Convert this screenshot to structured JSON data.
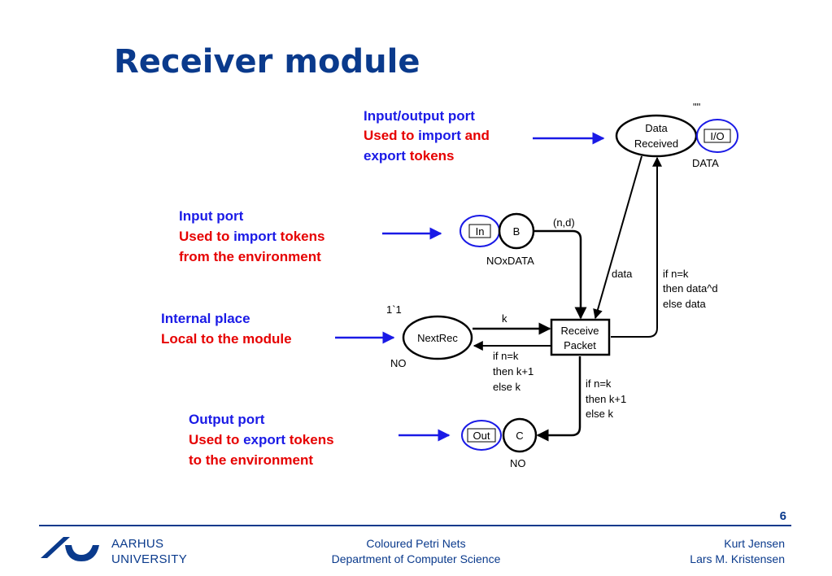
{
  "slide": {
    "title": "Receiver module",
    "page_number": "6"
  },
  "annotations": {
    "io_port": {
      "line1": "Input/output port",
      "line2a": "Used to ",
      "line2b": "import",
      "line2c": " and",
      "line3a": "export",
      "line3b": " tokens"
    },
    "input_port": {
      "line1": "Input port",
      "line2a": "Used to ",
      "line2b": "import",
      "line2c": " tokens",
      "line3": "from the environment"
    },
    "internal_place": {
      "line1": "Internal place",
      "line2": "Local to the module"
    },
    "output_port": {
      "line1": "Output port",
      "line2a": "Used to ",
      "line2b": "export",
      "line2c": " tokens",
      "line3": "to the environment"
    }
  },
  "net": {
    "places": {
      "data_received": {
        "line1": "Data",
        "line2": "Received",
        "tag": "I/O",
        "colset": "DATA",
        "initial_marking": "\"\""
      },
      "b": {
        "label": "B",
        "tag": "In",
        "colset": "NOxDATA"
      },
      "next_rec": {
        "label": "NextRec",
        "colset": "NO",
        "initial_marking": "1`1"
      },
      "c": {
        "label": "C",
        "tag": "Out",
        "colset": "NO"
      }
    },
    "transition": {
      "line1": "Receive",
      "line2": "Packet"
    },
    "arcs": {
      "b_to_t": "(n,d)",
      "dr_to_t": "data",
      "t_to_dr": [
        "if n=k",
        "then data^d",
        "else data"
      ],
      "nr_to_t": "k",
      "t_to_nr": [
        "if n=k",
        "then k+1",
        "else k"
      ],
      "t_to_c": [
        "if n=k",
        "then k+1",
        "else k"
      ]
    }
  },
  "colors": {
    "blue": "#1a1ae6",
    "red": "#e60000",
    "navy": "#0a3a8c"
  },
  "footer": {
    "university_line1": "AARHUS",
    "university_line2": "UNIVERSITY",
    "center_line1": "Coloured Petri Nets",
    "center_line2": "Department of Computer Science",
    "right_line1": "Kurt Jensen",
    "right_line2": "Lars M. Kristensen"
  }
}
